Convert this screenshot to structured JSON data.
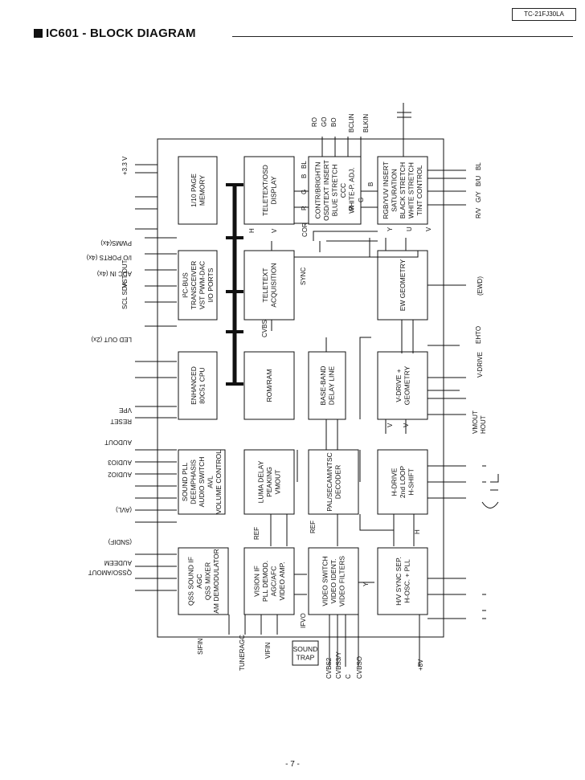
{
  "header": {
    "model": "TC-21FJ30LA",
    "title": "IC601 - BLOCK DIAGRAM"
  },
  "footer": {
    "page": "- 7 -"
  },
  "blocks": [
    {
      "id": "memory",
      "lines": [
        "1/10 PAGE",
        "MEMORY"
      ]
    },
    {
      "id": "teletext-osd",
      "lines": [
        "TELETEXT/OSD",
        "DISPLAY"
      ]
    },
    {
      "id": "contr-brightn",
      "lines": [
        "CONTR/BRIGHTN",
        "OSD/TEXT INSERT",
        "BLUE STRETCH",
        "CCC",
        "WHITE-P. ADJ."
      ]
    },
    {
      "id": "rgb-yuv",
      "lines": [
        "RGB/YUV INSERT",
        "SATURATION",
        "BLACK STRETCH",
        "WHITE STRETCH",
        "TINT CONTROL"
      ]
    },
    {
      "id": "i2c-bus",
      "lines": [
        "I²C-BUS",
        "TRANSCEIVER",
        "VST PWM-DAC",
        "I/O PORTS"
      ]
    },
    {
      "id": "teletext-acq",
      "lines": [
        "TELETEXT",
        "ACQUISITION"
      ]
    },
    {
      "id": "ew-geometry",
      "lines": [
        "EW GEOMETRY"
      ]
    },
    {
      "id": "cpu",
      "lines": [
        "ENHANCED",
        "80C51 CPU"
      ]
    },
    {
      "id": "rom-ram",
      "lines": [
        "ROM/RAM"
      ]
    },
    {
      "id": "base-band",
      "lines": [
        "BASE-BAND",
        "DELAY LINE"
      ]
    },
    {
      "id": "v-drive",
      "lines": [
        "V-DRIVE +",
        "GEOMETRY"
      ]
    },
    {
      "id": "sound-pll",
      "lines": [
        "SOUND PLL",
        "DEEMPHASIS",
        "AUDIO SWITCH",
        "AVL",
        "VOLUME CONTROL"
      ]
    },
    {
      "id": "luma-delay",
      "lines": [
        "LUMA DELAY",
        "PEAKING",
        "VMOUT"
      ]
    },
    {
      "id": "decoder",
      "lines": [
        "PAL/SECAM/NTSC",
        "DECODER"
      ]
    },
    {
      "id": "h-drive",
      "lines": [
        "H-DRIVE",
        "2nd LOOP",
        "H-SHIFT"
      ]
    },
    {
      "id": "qss-sound",
      "lines": [
        "QSS SOUND IF",
        "AGC",
        "QSS MIXER",
        "AM DEMODULATOR"
      ]
    },
    {
      "id": "vision-if",
      "lines": [
        "VISION IF",
        "PLL DEMOD.",
        "AGC/AFC",
        "VIDEO AMP."
      ]
    },
    {
      "id": "video-switch",
      "lines": [
        "VIDEO SWITCH",
        "VIDEO IDENT.",
        "VIDEO FILTERS"
      ]
    },
    {
      "id": "hv-sync",
      "lines": [
        "H/V SYNC SEP.",
        "H-OSC. + PLL"
      ]
    },
    {
      "id": "sound-trap",
      "lines": [
        "SOUND",
        "TRAP"
      ]
    }
  ],
  "labels": [
    {
      "id": "3v3",
      "text": "+3.3 V"
    },
    {
      "id": "pwms",
      "text": "PWMS(4x)"
    },
    {
      "id": "io-ports",
      "text": "I/O PORTS (4x)"
    },
    {
      "id": "adc-in",
      "text": "ADC IN (4x)"
    },
    {
      "id": "vst-out",
      "text": "VST OUT"
    },
    {
      "id": "scl-sda",
      "text": "SCL  SDA"
    },
    {
      "id": "led-out",
      "text": "LED OUT (2x)"
    },
    {
      "id": "vpe",
      "text": "VPE"
    },
    {
      "id": "reset",
      "text": "RESET"
    },
    {
      "id": "audout",
      "text": "AUDOUT"
    },
    {
      "id": "audio3",
      "text": "AUDIO3"
    },
    {
      "id": "audio2",
      "text": "AUDIO2"
    },
    {
      "id": "avl",
      "text": "(AVL)"
    },
    {
      "id": "sndif",
      "text": "(SNDIF)"
    },
    {
      "id": "audeem",
      "text": "AUDEEM"
    },
    {
      "id": "qsso",
      "text": "QSSO/AMOUT"
    },
    {
      "id": "sifin",
      "text": "SIFIN"
    },
    {
      "id": "tuneragc",
      "text": "TUNERAGC"
    },
    {
      "id": "vifin",
      "text": "VIFIN"
    },
    {
      "id": "ifvo",
      "text": "IFVO"
    },
    {
      "id": "cvbs2",
      "text": "CVBS2"
    },
    {
      "id": "cvbs3",
      "text": "CVBS3/Y"
    },
    {
      "id": "c",
      "text": "C"
    },
    {
      "id": "cvbso",
      "text": "CVBSO"
    },
    {
      "id": "8v",
      "text": "+8V"
    },
    {
      "id": "ro",
      "text": "RO"
    },
    {
      "id": "go",
      "text": "GO"
    },
    {
      "id": "bo",
      "text": "BO"
    },
    {
      "id": "bclin",
      "text": "BCLIN"
    },
    {
      "id": "blkin",
      "text": "BLKIN"
    },
    {
      "id": "bl",
      "text": "BL"
    },
    {
      "id": "b1",
      "text": "B"
    },
    {
      "id": "g1",
      "text": "G"
    },
    {
      "id": "r1",
      "text": "R"
    },
    {
      "id": "b2",
      "text": "B"
    },
    {
      "id": "g2",
      "text": "G"
    },
    {
      "id": "r2",
      "text": "R"
    },
    {
      "id": "yi",
      "text": "Y"
    },
    {
      "id": "ui",
      "text": "U"
    },
    {
      "id": "vi",
      "text": "V"
    },
    {
      "id": "vint",
      "text": "V"
    },
    {
      "id": "h",
      "text": "H"
    },
    {
      "id": "vs",
      "text": "V"
    },
    {
      "id": "cor",
      "text": "COR"
    },
    {
      "id": "sync",
      "text": "SYNC"
    },
    {
      "id": "cvbs",
      "text": "CVBS"
    },
    {
      "id": "ref1",
      "text": "REF"
    },
    {
      "id": "ref2",
      "text": "REF"
    },
    {
      "id": "y2",
      "text": "Y"
    },
    {
      "id": "h2",
      "text": "H"
    },
    {
      "id": "v3",
      "text": "V"
    },
    {
      "id": "u-bl",
      "text": "U  B/ U  BL"
    },
    {
      "id": "rgb-r",
      "text": "R/V"
    },
    {
      "id": "rgb-g",
      "text": "G/Y"
    },
    {
      "id": "rgb-b",
      "text": "B/U"
    },
    {
      "id": "rgb-bl",
      "text": "BL"
    },
    {
      "id": "ewd",
      "text": "(EWD)"
    },
    {
      "id": "ehto",
      "text": "EHTO"
    },
    {
      "id": "vdrive",
      "text": "V-DRIVE"
    },
    {
      "id": "vmout",
      "text": "VMOUT"
    },
    {
      "id": "hout",
      "text": "HOUT"
    }
  ]
}
